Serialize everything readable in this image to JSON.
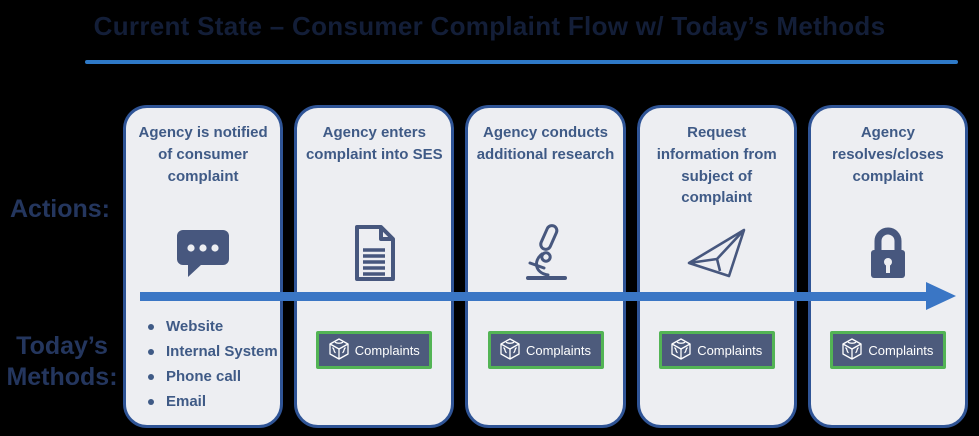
{
  "header": {
    "title": "Current State – Consumer Complaint Flow w/ Today’s Methods",
    "underline_color": "#2E79C7",
    "title_color": "#131E38"
  },
  "left_labels": {
    "actions": "Actions:",
    "methods_line1": "Today’s",
    "methods_line2": "Methods:"
  },
  "cards": [
    {
      "title": "Agency is notified of consumer complaint",
      "icon": "chat-bubble-icon",
      "methods": [
        "Website",
        "Internal System",
        "Phone call",
        "Email"
      ]
    },
    {
      "title": "Agency enters complaint into SES",
      "icon": "document-icon",
      "badge": "Complaints"
    },
    {
      "title": "Agency conducts additional research",
      "icon": "microscope-icon",
      "badge": "Complaints"
    },
    {
      "title": "Request information from subject of complaint",
      "icon": "paper-plane-icon",
      "badge": "Complaints"
    },
    {
      "title": "Agency resolves/closes complaint",
      "icon": "lock-icon",
      "badge": "Complaints"
    }
  ],
  "badge_style": {
    "logo": "sbs-stack-icon",
    "border_color": "#53B455",
    "background": "#4D5B7C",
    "text_color": "#FFFFFF"
  },
  "colors": {
    "page_background": "#000000",
    "card_background": "#EDEEF2",
    "card_border": "#2F5496",
    "card_text": "#3F5A86",
    "icon_color": "#47577E",
    "arrow_blue": "#3A76C5",
    "label_navy": "#24365E"
  }
}
